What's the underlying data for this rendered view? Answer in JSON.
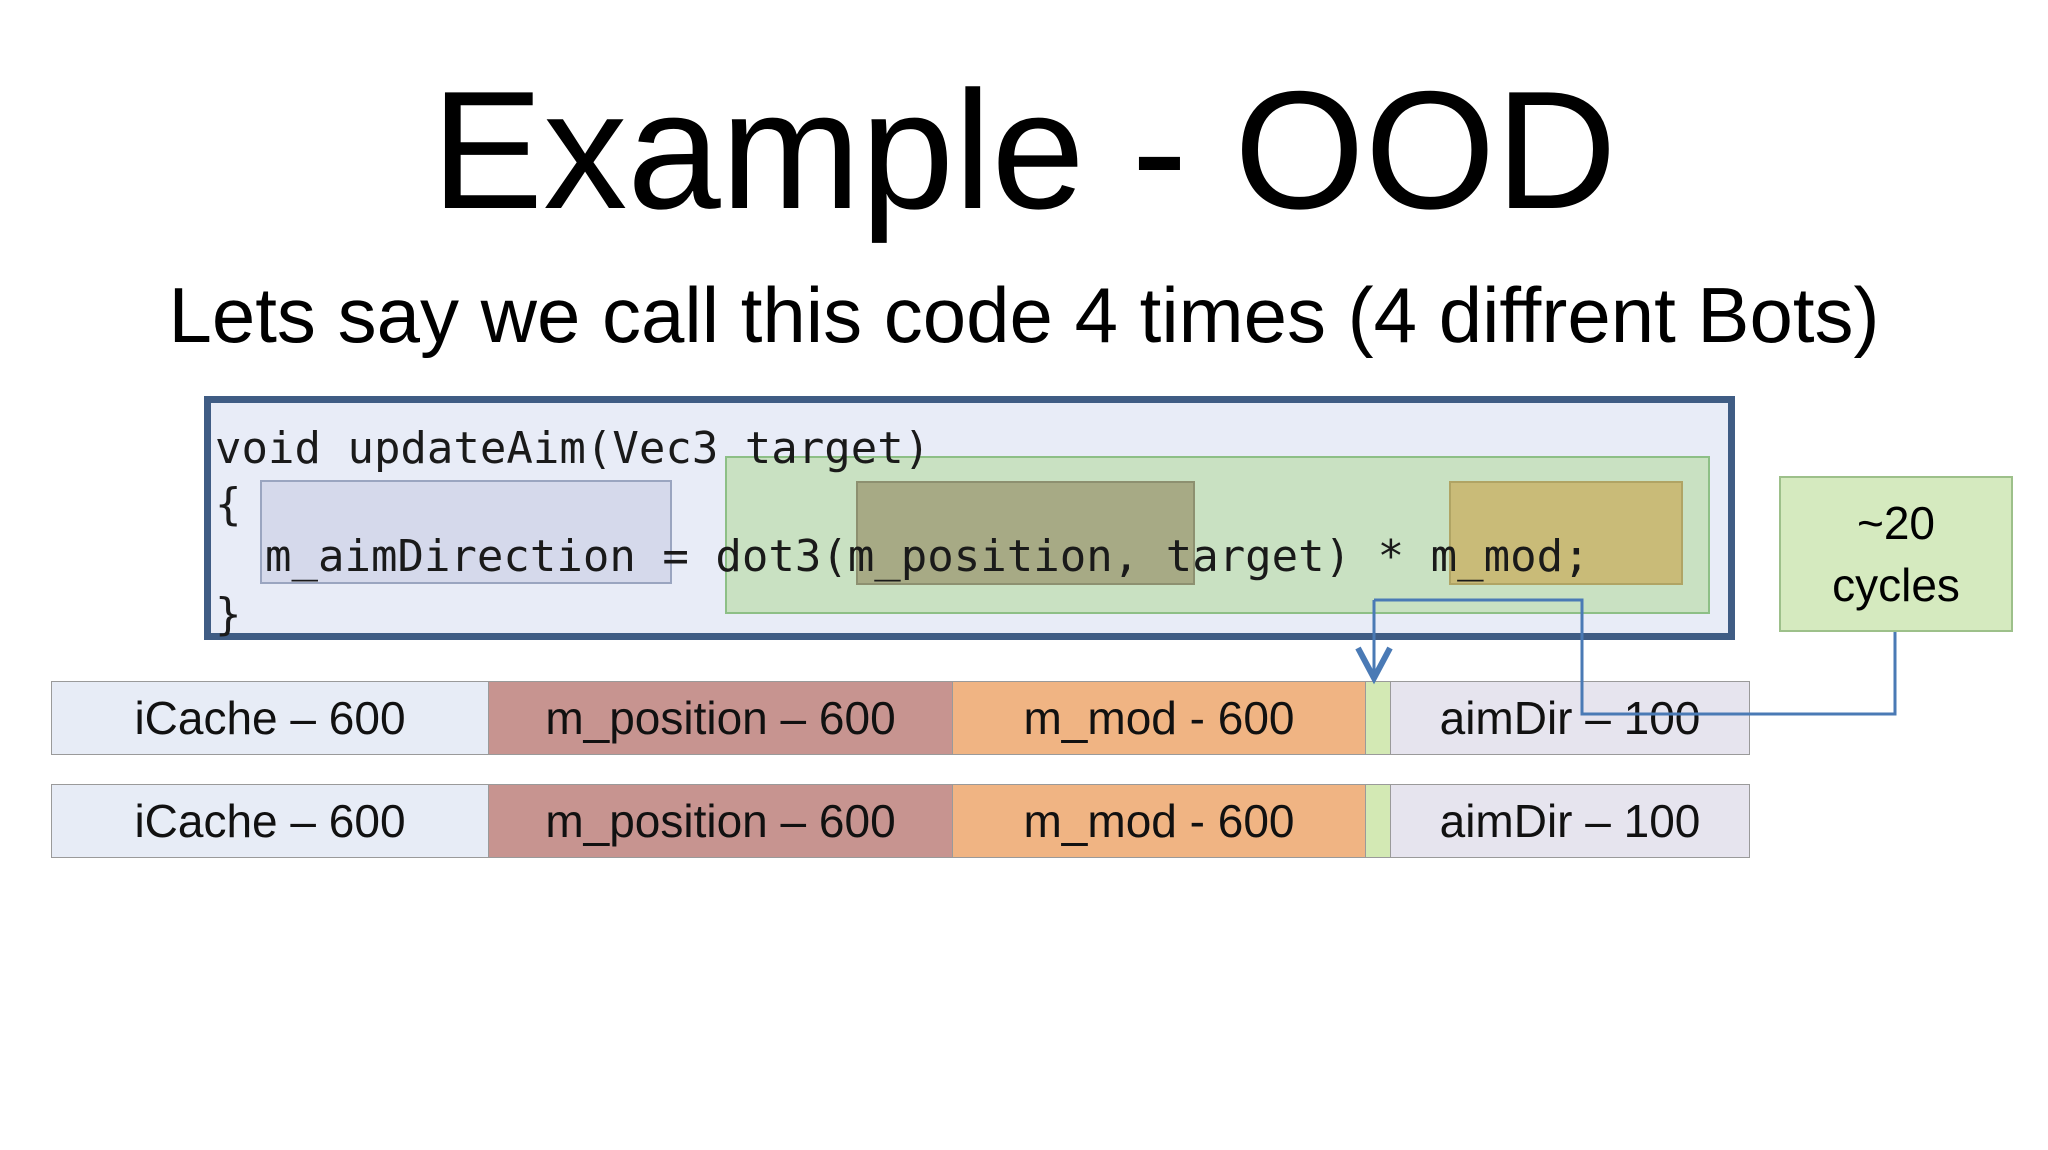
{
  "slide": {
    "title": "Example - OOD",
    "subtitle": "Lets say we call this code 4 times (4 diffrent Bots)"
  },
  "code": {
    "line1": "void updateAim(Vec3 target)",
    "line2": "{",
    "line3": {
      "lhs": "m_aimDirection",
      "op": " = ",
      "fn": "dot3(",
      "arg1": "m_position,",
      "arg2": " target)",
      "mul": " * ",
      "mod": "m_mod;"
    },
    "line4": "}"
  },
  "cycles": {
    "line1": "~20",
    "line2": "cycles"
  },
  "memory_rows": [
    {
      "icache": "iCache – 600",
      "position": "m_position – 600",
      "mod": "m_mod - 600",
      "aimdir": "aimDir – 100"
    },
    {
      "icache": "iCache – 600",
      "position": "m_position – 600",
      "mod": "m_mod - 600",
      "aimdir": "aimDir – 100"
    }
  ],
  "colors": {
    "icache": "#e7ecf6",
    "position": "#c79490",
    "mod": "#f0b483",
    "compute": "#d3e9b4",
    "aimdir": "#e6e4ee",
    "arrow": "#4a7ab5",
    "code_border": "#3f5c84"
  }
}
